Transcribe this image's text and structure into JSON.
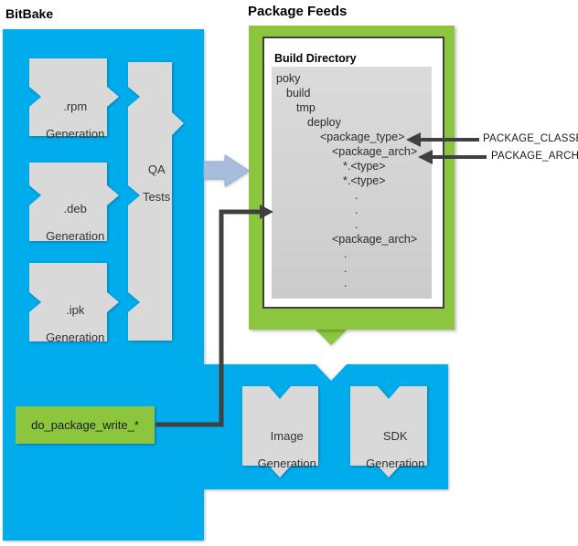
{
  "titles": {
    "bitbake": "BitBake",
    "package_feeds": "Package Feeds",
    "build_directory": "Build Directory"
  },
  "process_shapes": {
    "rpm": {
      "line1": ".rpm",
      "line2": "Generation"
    },
    "deb": {
      "line1": ".deb",
      "line2": "Generation"
    },
    "ipk": {
      "line1": ".ipk",
      "line2": "Generation"
    },
    "qa": {
      "line1": "QA",
      "line2": "Tests"
    },
    "image": {
      "line1": "Image",
      "line2": "Generation"
    },
    "sdk": {
      "line1": "SDK",
      "line2": "Generation"
    }
  },
  "task_box": {
    "label": "do_package_write_*"
  },
  "annotations": {
    "package_classes": "PACKAGE_CLASSES",
    "package_arch": "PACKAGE_ARCH"
  },
  "build_directory_tree": [
    "poky",
    "build",
    "tmp",
    "deploy",
    "<package_type>",
    "<package_arch>",
    "*.<type>",
    "*.<type>",
    ".",
    ".",
    ".",
    "<package_arch>",
    ".",
    ".",
    "."
  ],
  "colors": {
    "bitbake_blue": "#00ACEC",
    "feeds_green": "#8CC63F",
    "shape_gray": "#D9D9D9",
    "flow_arrow_blue": "#A6BDDD",
    "connector_dark": "#404040"
  }
}
